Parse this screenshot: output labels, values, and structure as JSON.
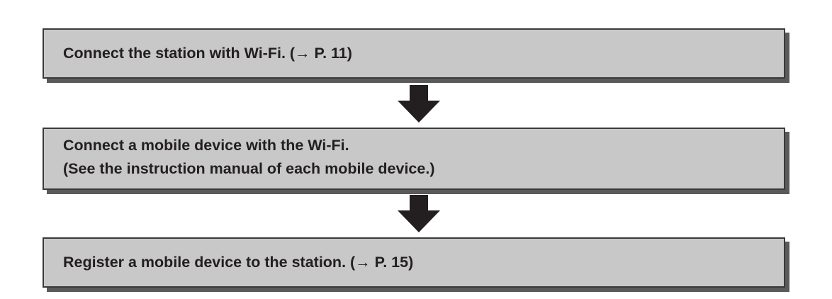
{
  "steps": [
    {
      "lines": [
        "Connect the station with Wi-Fi. (→ P. 11)"
      ]
    },
    {
      "lines": [
        "Connect a mobile device with the Wi-Fi.",
        "(See the instruction manual of each mobile device.)"
      ]
    },
    {
      "lines": [
        "Register a mobile device to the station. (→ P. 15)"
      ]
    }
  ],
  "colors": {
    "box_fill": "#c8c8c8",
    "box_border": "#3a3a3a",
    "box_shadow": "#5a5a5a",
    "arrow": "#231f20",
    "text": "#231f20"
  }
}
